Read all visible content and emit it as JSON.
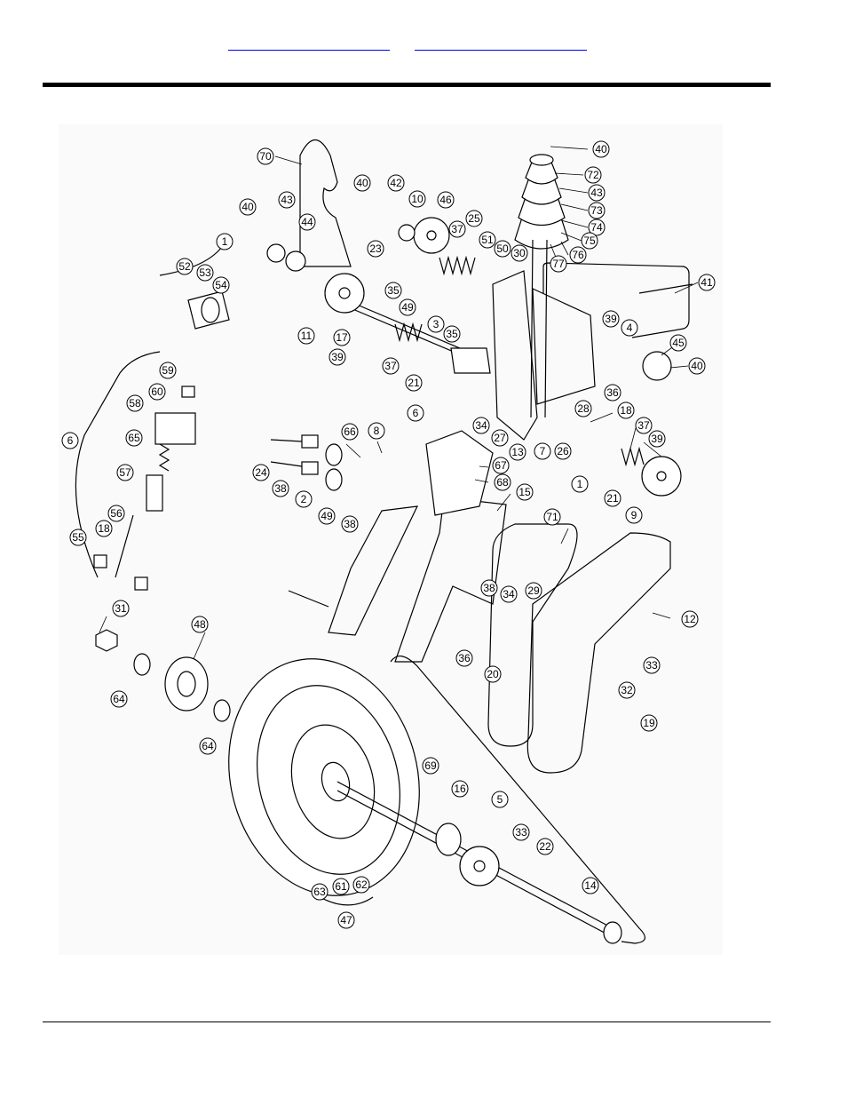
{
  "nav": {
    "link_left": "",
    "link_right": ""
  },
  "diagram": {
    "callouts": [
      {
        "label": "70"
      },
      {
        "label": "40"
      },
      {
        "label": "72"
      },
      {
        "label": "43"
      },
      {
        "label": "73"
      },
      {
        "label": "74"
      },
      {
        "label": "75"
      },
      {
        "label": "76"
      },
      {
        "label": "77"
      },
      {
        "label": "41"
      },
      {
        "label": "40"
      },
      {
        "label": "43"
      },
      {
        "label": "44"
      },
      {
        "label": "40"
      },
      {
        "label": "42"
      },
      {
        "label": "10"
      },
      {
        "label": "46"
      },
      {
        "label": "37"
      },
      {
        "label": "25"
      },
      {
        "label": "51"
      },
      {
        "label": "50"
      },
      {
        "label": "30"
      },
      {
        "label": "1"
      },
      {
        "label": "52"
      },
      {
        "label": "53"
      },
      {
        "label": "54"
      },
      {
        "label": "23"
      },
      {
        "label": "35"
      },
      {
        "label": "49"
      },
      {
        "label": "3"
      },
      {
        "label": "35"
      },
      {
        "label": "11"
      },
      {
        "label": "17"
      },
      {
        "label": "39"
      },
      {
        "label": "37"
      },
      {
        "label": "21"
      },
      {
        "label": "39"
      },
      {
        "label": "4"
      },
      {
        "label": "45"
      },
      {
        "label": "40"
      },
      {
        "label": "36"
      },
      {
        "label": "59"
      },
      {
        "label": "60"
      },
      {
        "label": "58"
      },
      {
        "label": "65"
      },
      {
        "label": "6"
      },
      {
        "label": "57"
      },
      {
        "label": "56"
      },
      {
        "label": "18"
      },
      {
        "label": "55"
      },
      {
        "label": "6"
      },
      {
        "label": "66"
      },
      {
        "label": "8"
      },
      {
        "label": "24"
      },
      {
        "label": "38"
      },
      {
        "label": "2"
      },
      {
        "label": "49"
      },
      {
        "label": "38"
      },
      {
        "label": "67"
      },
      {
        "label": "68"
      },
      {
        "label": "34"
      },
      {
        "label": "27"
      },
      {
        "label": "13"
      },
      {
        "label": "7"
      },
      {
        "label": "26"
      },
      {
        "label": "28"
      },
      {
        "label": "18"
      },
      {
        "label": "37"
      },
      {
        "label": "39"
      },
      {
        "label": "1"
      },
      {
        "label": "21"
      },
      {
        "label": "9"
      },
      {
        "label": "15"
      },
      {
        "label": "71"
      },
      {
        "label": "38"
      },
      {
        "label": "34"
      },
      {
        "label": "29"
      },
      {
        "label": "12"
      },
      {
        "label": "31"
      },
      {
        "label": "48"
      },
      {
        "label": "64"
      },
      {
        "label": "64"
      },
      {
        "label": "36"
      },
      {
        "label": "20"
      },
      {
        "label": "33"
      },
      {
        "label": "32"
      },
      {
        "label": "19"
      },
      {
        "label": "69"
      },
      {
        "label": "16"
      },
      {
        "label": "5"
      },
      {
        "label": "33"
      },
      {
        "label": "22"
      },
      {
        "label": "14"
      },
      {
        "label": "63"
      },
      {
        "label": "61"
      },
      {
        "label": "62"
      },
      {
        "label": "47"
      }
    ]
  }
}
